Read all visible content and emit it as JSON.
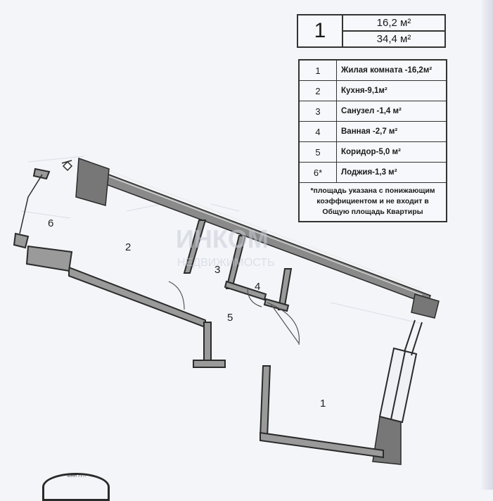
{
  "summary": {
    "room_count": "1",
    "living_area": "16,2 м²",
    "total_area": "34,4 м²"
  },
  "legend": [
    {
      "no": "1",
      "name": "Жилая комната -16,2м²"
    },
    {
      "no": "2",
      "name": "Кухня-9,1м²"
    },
    {
      "no": "3",
      "name": "Санузел  -1,4 м²"
    },
    {
      "no": "4",
      "name": "Ванная -2,7 м²"
    },
    {
      "no": "5",
      "name": "Коридор-5,0 м²"
    },
    {
      "no": "6*",
      "name": "Лоджия-1,3 м²"
    }
  ],
  "note": "*площадь указана с понижающим коэффициентом и не входит в Общую площадь Квартиры",
  "plan": {
    "room_1": "1",
    "room_2": "2",
    "room_3": "3",
    "room_4": "4",
    "room_5": "5",
    "room_6": "6"
  },
  "watermark": {
    "brand": "ИНКОМ",
    "sub": "НЕДВИЖИМОСТЬ"
  },
  "stamp_text": "ИНН 77..."
}
